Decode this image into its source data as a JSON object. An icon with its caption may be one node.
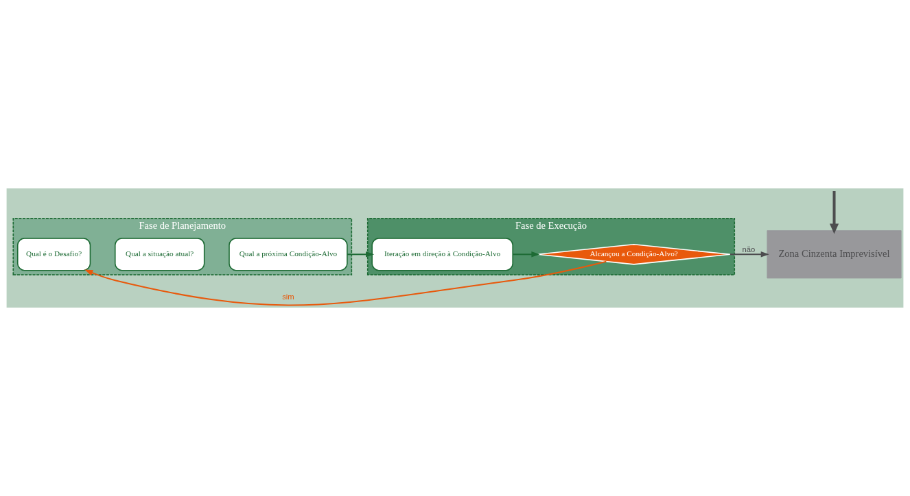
{
  "diagram": {
    "nodes": [
      {
        "text": [
          "Zona Cinzenta Imprevisível"
        ]
      },
      {
        "text": [
          "Fase de Planejamento"
        ]
      },
      {
        "text": [
          "Qual é o Desafio?"
        ],
        "in": 1
      },
      {
        "text": [
          "Qual a situação atual?"
        ],
        "in": 1
      },
      {
        "text": [
          "Qual a próxima Condição-Alvo"
        ],
        "in": 1
      },
      {
        "text": [
          "Fase de Execução"
        ]
      },
      {
        "text": [
          "Iteração em direção à Condição-Alvo"
        ],
        "in": 5
      },
      {
        "text": [
          "Alcançou a Condição-Alvo?"
        ],
        "in": 5
      }
    ],
    "edges": [
      {
        "from": 4,
        "to": 6,
        "arrow": "to",
        "color": "#1e6b35"
      },
      {
        "from": 6,
        "to": 7,
        "arrow": "to",
        "color": "#1e6b35"
      },
      {
        "from": 7,
        "to": 0,
        "arrow": "to",
        "label": "não",
        "color": "#4d4d4f"
      },
      {
        "from": null,
        "to": 0,
        "arrow": "to",
        "style": "thick",
        "color": "#4d4d4f"
      },
      {
        "from": 7,
        "to": 2,
        "arrow": "to",
        "label": "sim",
        "color": "#e8590c"
      }
    ]
  }
}
